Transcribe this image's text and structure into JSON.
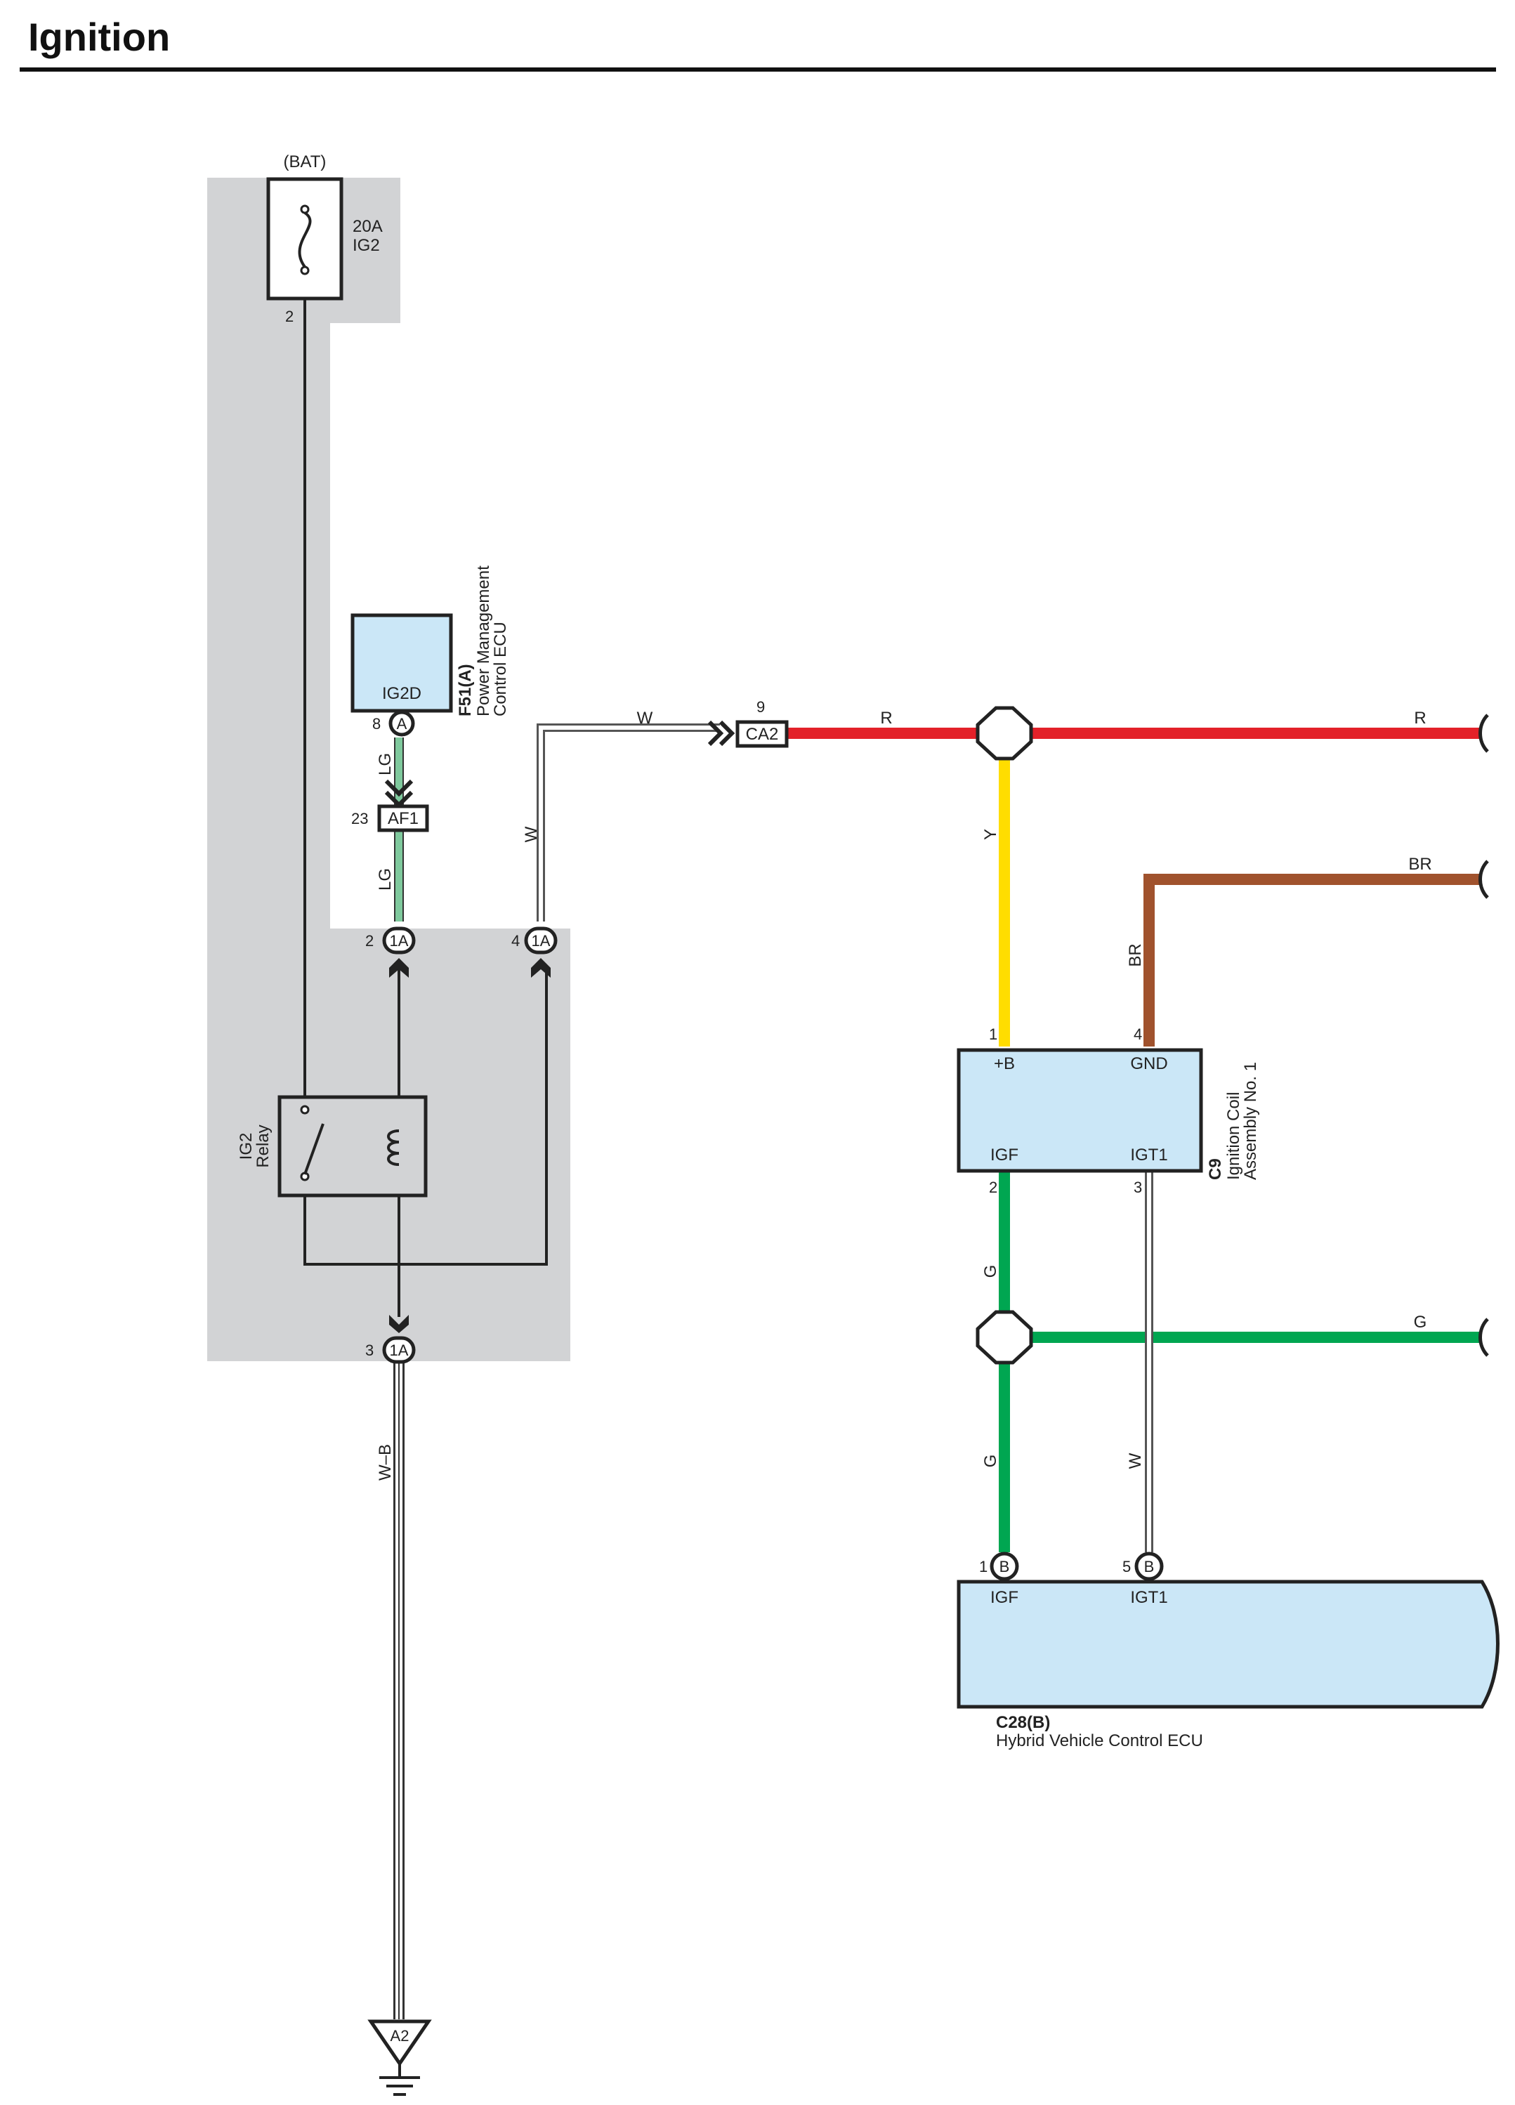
{
  "title": "Ignition",
  "colors": {
    "relay_block_bg": "#d2d3d5",
    "component_fill": "#cbe7f7",
    "wire_R": "#e32129",
    "wire_Y": "#ffdd00",
    "wire_BR": "#a0522d",
    "wire_G": "#00a651",
    "wire_LG": "#7fc99d",
    "wire_W": "#ffffff",
    "wire_outline": "#333333"
  },
  "fuse": {
    "source": "(BAT)",
    "rating": "20A",
    "name": "IG2",
    "pin": "2"
  },
  "relay": {
    "name_line1": "IG2",
    "name_line2": "Relay"
  },
  "pm_ecu": {
    "terminal": "IG2D",
    "connector_code": "F51(A)",
    "name_line1": "Power Management",
    "name_line2": "Control ECU",
    "pin": "8",
    "pin_connector": "A"
  },
  "connectors": {
    "af1": {
      "label": "AF1",
      "pin": "23"
    },
    "ca2": {
      "label": "CA2",
      "pin": "9"
    },
    "j1a_2": {
      "label": "1A",
      "pin": "2"
    },
    "j1a_4": {
      "label": "1A",
      "pin": "4"
    },
    "j1a_3": {
      "label": "1A",
      "pin": "3"
    }
  },
  "ground": {
    "label": "A2"
  },
  "coil": {
    "code": "C9",
    "name_line1": "Ignition Coil",
    "name_line2": "Assembly No.  1",
    "terminals": {
      "b": "+B",
      "gnd": "GND",
      "igf": "IGF",
      "igt1": "IGT1"
    },
    "pins": {
      "b": "1",
      "gnd": "4",
      "igf": "2",
      "igt1": "3"
    }
  },
  "hv_ecu": {
    "code": "C28(B)",
    "name": "Hybrid Vehicle Control ECU",
    "terminals": {
      "igf": "IGF",
      "igt1": "IGT1"
    },
    "pins": {
      "igf": "1",
      "igt1": "5"
    },
    "pin_connector": "B"
  },
  "wires": {
    "lg_upper": "LG",
    "lg_lower": "LG",
    "w_vertical": "W",
    "w_horizontal": "W",
    "r_left": "R",
    "r_right": "R",
    "y": "Y",
    "br_vertical": "BR",
    "br_horizontal": "BR",
    "g_upper": "G",
    "g_lower": "G",
    "g_horizontal": "G",
    "w_igt1": "W",
    "wb_ground": "W–B"
  }
}
